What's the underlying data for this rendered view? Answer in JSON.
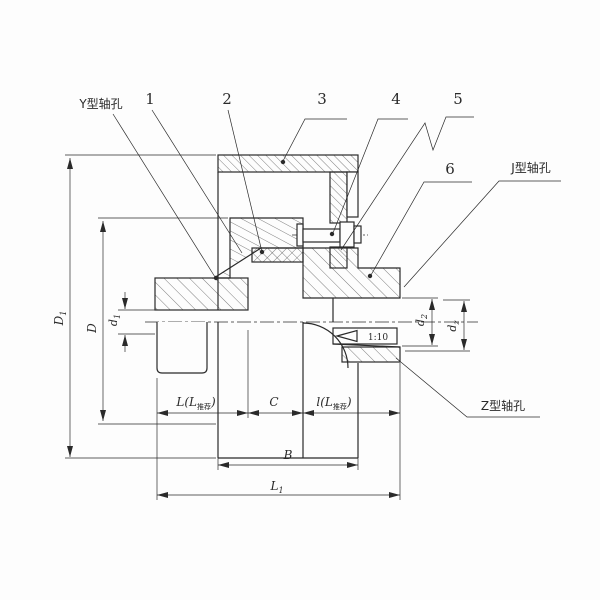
{
  "drawing_title": "coupling-section-drawing",
  "colors": {
    "line": "#2a2a2a",
    "background": "#fdfdfd"
  },
  "callouts": {
    "y_hole": "Y型轴孔",
    "j_hole": "J型轴孔",
    "z_hole": "Z型轴孔",
    "part1": "1",
    "part2": "2",
    "part3": "3",
    "part4": "4",
    "part5": "5",
    "part6": "6"
  },
  "dimensions": {
    "outer_diameter": {
      "main": "D",
      "sub": "1"
    },
    "flange_diameter": {
      "main": "D",
      "sub": ""
    },
    "bore_left": {
      "main": "d",
      "sub": "1"
    },
    "bore_right": {
      "main": "d",
      "sub": "2"
    },
    "bore_taper": {
      "main": "d",
      "sub": "z"
    },
    "hub_length_left": {
      "pre": "L(L",
      "sub": "推荐",
      "post": ")"
    },
    "gap": "C",
    "hub_length_right": {
      "pre": "l(L",
      "sub": "推荐",
      "post": ")"
    },
    "drum_width": "B",
    "total_length": {
      "main": "L",
      "sub": "1"
    },
    "taper_ratio": "1:10"
  }
}
